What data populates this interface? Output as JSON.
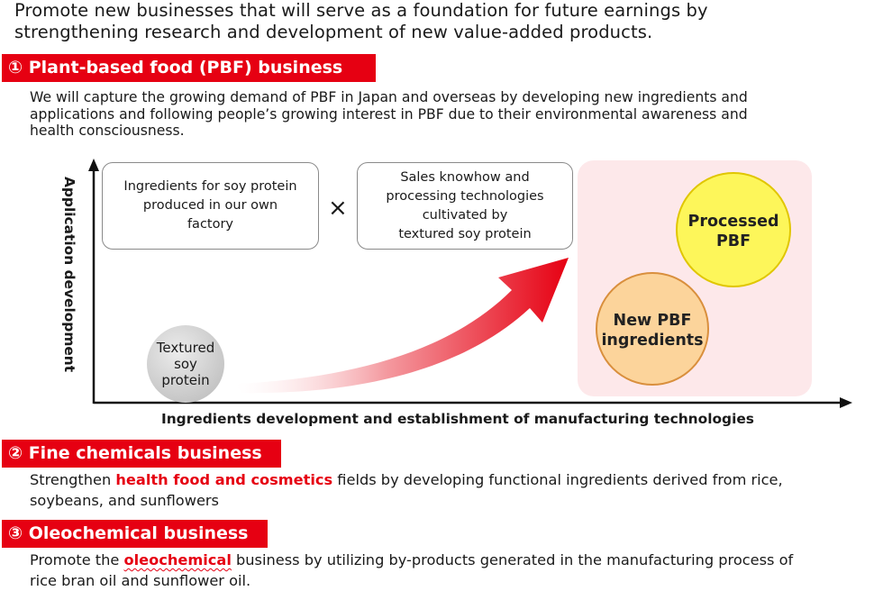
{
  "intro": {
    "line1": "Promote new businesses that will serve as a foundation for future earnings by",
    "line2": "strengthening research and development of new value-added products."
  },
  "section1": {
    "title": "① Plant-based food (PBF) business",
    "desc1": "We will capture the growing demand of PBF in Japan and overseas by developing new ingredients and",
    "desc2": "applications and following people’s growing interest in PBF due to their environmental awareness and",
    "desc3": "health consciousness."
  },
  "diagram": {
    "box1": [
      "Ingredients for soy protein",
      "produced in our own",
      "factory"
    ],
    "times": "×",
    "box2": [
      "Sales knowhow and",
      "processing technologies",
      "cultivated by",
      "textured soy protein"
    ],
    "start": [
      "Textured",
      "soy",
      "protein"
    ],
    "circle_new": [
      "New PBF",
      "ingredients"
    ],
    "circle_processed": [
      "Processed",
      "PBF"
    ],
    "x_label": "Ingredients development and establishment of manufacturing technologies",
    "y_label": "Application development",
    "colors": {
      "red": "#e60012",
      "pink_bg": "#fde8ea",
      "yellow": "#fdf65a",
      "orange": "#fcd49b",
      "gray": "#d4d4d4"
    }
  },
  "section2": {
    "title": "② Fine chemicals business",
    "desc_pre": "Strengthen ",
    "desc_hl": "health food and cosmetics",
    "desc_post": " fields by developing functional ingredients derived from rice,",
    "desc2": "soybeans, and sunflowers"
  },
  "section3": {
    "title": "③ Oleochemical business",
    "desc_pre": "Promote the ",
    "desc_hl": "oleochemical",
    "desc_post": " business by utilizing by-products generated in the manufacturing process of",
    "desc2": "rice bran oil and sunflower oil."
  }
}
